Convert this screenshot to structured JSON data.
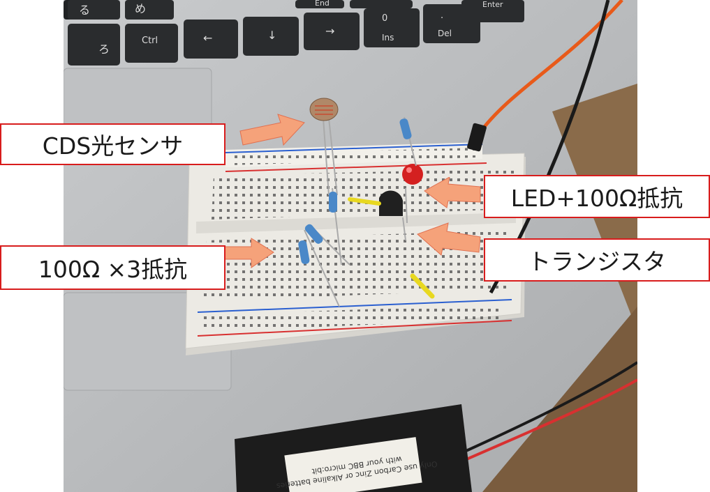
{
  "annotations": {
    "cds_label": "CDS光センサ",
    "led_label": "LED+100Ω抵抗",
    "resistors_label": "100Ω ×3抵抗",
    "transistor_label": "トランジスタ"
  },
  "photo": {
    "keyboard_keys": [
      "る",
      "め",
      "End",
      "Enter",
      "ろ",
      "Ctrl",
      "←",
      "↓",
      "→",
      "0",
      "Ins",
      ".",
      "Del"
    ],
    "battery_box_text": [
      "Only use Carbon Zinc or Alkaline batteries",
      "with your BBC micro:bit"
    ]
  },
  "colors": {
    "label_border": "#d81c1c",
    "arrow_fill": "#f5a27a",
    "arrow_stroke": "#e07050",
    "laptop": "#b9bbbd",
    "breadboard": "#eceae4"
  }
}
